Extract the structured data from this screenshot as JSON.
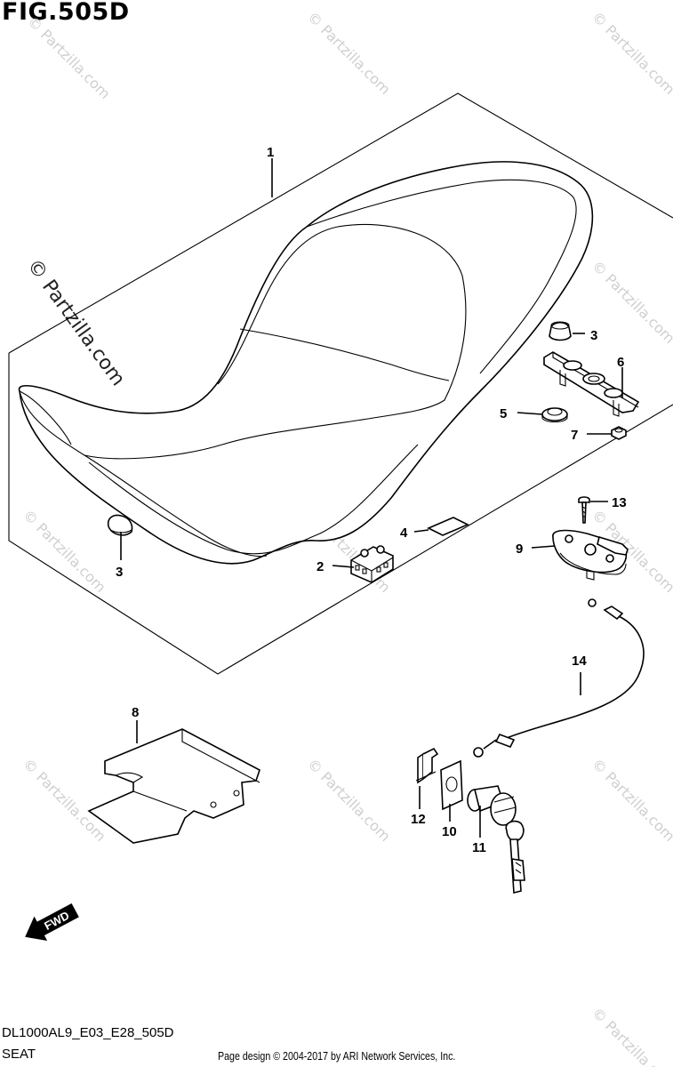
{
  "figure": {
    "title": "FIG.505D",
    "model_code": "DL1000AL9_E03_E28_505D",
    "section_name": "SEAT",
    "credit": "Page design © 2004-2017 by ARI Network Services, Inc."
  },
  "watermark": {
    "main_text": "© Partzilla.com",
    "repeat_text": "© Partzilla.com"
  },
  "callouts": [
    {
      "id": "c1",
      "label": "1"
    },
    {
      "id": "c3a",
      "label": "3"
    },
    {
      "id": "c3b",
      "label": "3"
    },
    {
      "id": "c6",
      "label": "6"
    },
    {
      "id": "c5",
      "label": "5"
    },
    {
      "id": "c7",
      "label": "7"
    },
    {
      "id": "c13",
      "label": "13"
    },
    {
      "id": "c4",
      "label": "4"
    },
    {
      "id": "c9",
      "label": "9"
    },
    {
      "id": "c2",
      "label": "2"
    },
    {
      "id": "c14",
      "label": "14"
    },
    {
      "id": "c8",
      "label": "8"
    },
    {
      "id": "c12",
      "label": "12"
    },
    {
      "id": "c10",
      "label": "10"
    },
    {
      "id": "c11",
      "label": "11"
    }
  ],
  "direction_arrow": {
    "label": "FWD"
  }
}
